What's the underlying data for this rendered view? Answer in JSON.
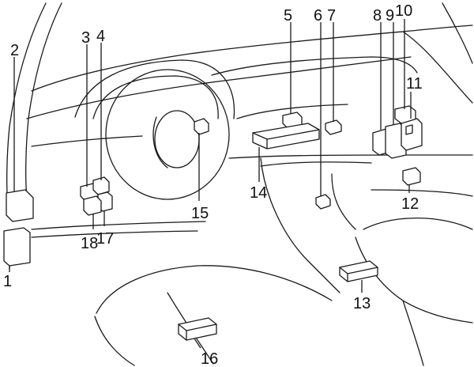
{
  "diagram": {
    "labels": {
      "n1": "1",
      "n2": "2",
      "n3": "3",
      "n4": "4",
      "n5": "5",
      "n6": "6",
      "n7": "7",
      "n8": "8",
      "n9": "9",
      "n10": "10",
      "n11": "11",
      "n12": "12",
      "n13": "13",
      "n14": "14",
      "n15": "15",
      "n16": "16",
      "n17": "17",
      "n18": "18"
    }
  }
}
